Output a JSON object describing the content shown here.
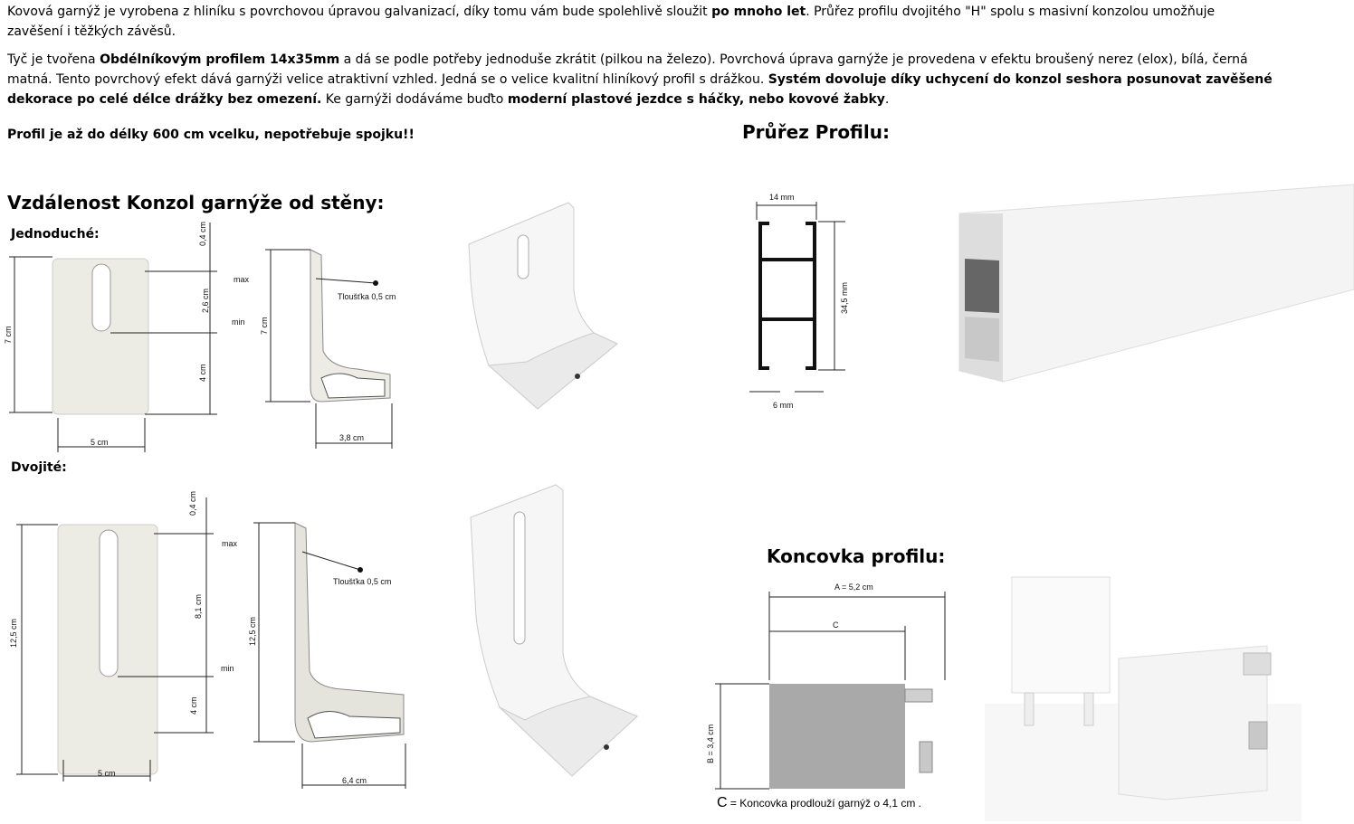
{
  "text": {
    "p1": [
      {
        "t": "Kovová garnýž je vyrobena z hliníku s povrchovou úpravou galvanizací, díky tomu vám bude spolehlivě sloužit ",
        "b": false
      },
      {
        "t": "po mnoho let",
        "b": true
      },
      {
        "t": ". Průřez profilu dvojitého \"H\" spolu s masivní konzolou umožňuje zavěšení i těžkých závěsů.",
        "b": false
      }
    ],
    "p2": [
      {
        "t": " Tyč je tvořena ",
        "b": false
      },
      {
        "t": "Obdélníkovým profilem 14x35mm",
        "b": true
      },
      {
        "t": " a dá se podle potřeby jednoduše zkrátit (pilkou na železo). Povrchová úprava garnýže je provedena v efektu broušený nerez (elox), bílá, černá matná. Tento povrchový efekt dává garnýži velice atraktivní vzhled. Jedná se o velice kvalitní hliníkový profil s drážkou. ",
        "b": false
      },
      {
        "t": "Systém dovoluje díky uchycení do konzol seshora posunovat zavěšené dekorace po celé délce drážky bez omezení.",
        "b": true
      },
      {
        "t": " Ke garnýži dodáváme buďto ",
        "b": false
      },
      {
        "t": "moderní plastové jezdce s háčky, nebo kovové žabky",
        "b": true
      },
      {
        "t": ".",
        "b": false
      }
    ],
    "p3": "Profil je až do délky 600 cm vcelku, nepotřebuje spojku!!"
  },
  "headings": {
    "brackets": "Vzdálenost Konzol garnýže od stěny:",
    "profile": "Průřez Profilu:",
    "endcap": "Koncovka profilu:"
  },
  "labels": {
    "single": "Jednoduché:",
    "double": "Dvojité:"
  },
  "single_dims": {
    "top": "0,4 cm",
    "max": "max",
    "slot": "2,6 cm",
    "min": "min",
    "lower": "4 cm",
    "height": "7 cm",
    "width": "5 cm",
    "side_height": "7 cm",
    "thickness": "Tloušťka 0,5 cm",
    "depth": "3,8 cm"
  },
  "double_dims": {
    "top": "0,4 cm",
    "max": "max",
    "slot": "8,1 cm",
    "min": "min",
    "lower": "4 cm",
    "height": "12,5 cm",
    "width": "5 cm",
    "side_height": "12,5 cm",
    "thickness": "Tloušťka 0,5 cm",
    "depth": "6,4 cm"
  },
  "profile_dims": {
    "width": "14 mm",
    "height": "34,5 mm",
    "gap": "6 mm"
  },
  "endcap_dims": {
    "a": "A = 5,2 cm",
    "c": "C",
    "b": "B = 3,4 cm"
  },
  "endcap_caption": {
    "letter": "C",
    "text": " = Koncovka prodlouží garnýž o 4,1 cm ."
  }
}
